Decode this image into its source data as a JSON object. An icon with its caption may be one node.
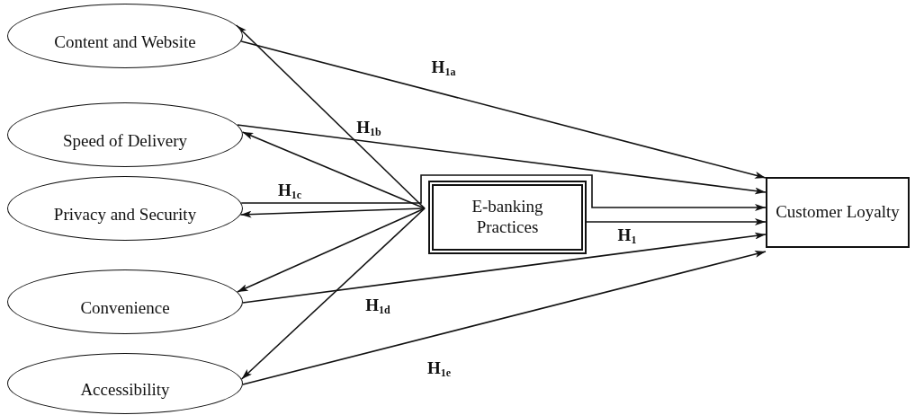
{
  "diagram": {
    "nodes": [
      {
        "text": [
          "Content and Website"
        ]
      },
      {
        "text": [
          "Speed of Delivery"
        ]
      },
      {
        "text": [
          "Privacy and Security"
        ]
      },
      {
        "text": [
          "Convenience"
        ]
      },
      {
        "text": [
          "Accessibility"
        ]
      },
      {
        "text": [
          "E-banking Practices"
        ]
      },
      {
        "text": [
          "Customer Loyalty"
        ]
      }
    ],
    "edges": [
      {
        "from": 0,
        "to": 6,
        "arrow": "to",
        "label": "H$_{1a}$"
      },
      {
        "from": 1,
        "to": 6,
        "arrow": "to",
        "label": "H$_{1b}$"
      },
      {
        "from": 2,
        "to": 6,
        "arrow": "to",
        "label": "H$_{1c}$"
      },
      {
        "from": 5,
        "to": 6,
        "arrow": "to",
        "label": "H$_{1}$"
      },
      {
        "from": 3,
        "to": 6,
        "arrow": "to",
        "label": "H$_{1d}$"
      },
      {
        "from": 4,
        "to": 6,
        "arrow": "to",
        "label": "H$_{1e}$"
      },
      {
        "from": 5,
        "to": 0,
        "arrow": "to"
      },
      {
        "from": 5,
        "to": 1,
        "arrow": "to"
      },
      {
        "from": 5,
        "to": 2,
        "arrow": "to"
      },
      {
        "from": 5,
        "to": 3,
        "arrow": "to"
      },
      {
        "from": 5,
        "to": 4,
        "arrow": "to"
      }
    ]
  }
}
